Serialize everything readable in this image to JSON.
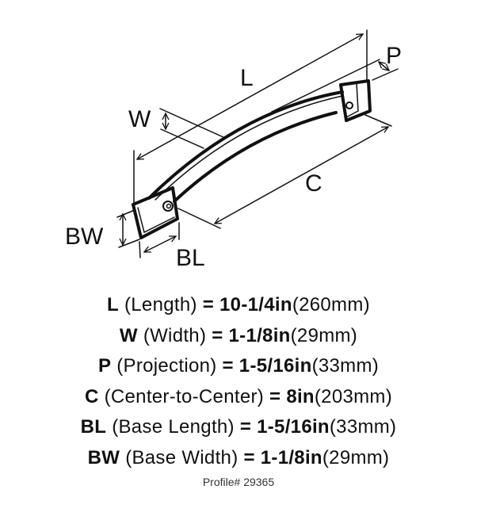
{
  "diagram": {
    "labels": {
      "L": "L",
      "W": "W",
      "P": "P",
      "C": "C",
      "BW": "BW",
      "BL": "BL"
    }
  },
  "specs": [
    {
      "key": "L",
      "desc": "(Length)",
      "imperial": "= 10-1/4in",
      "metric": "(260mm)"
    },
    {
      "key": "W",
      "desc": "(Width)",
      "imperial": "= 1-1/8in",
      "metric": "(29mm)"
    },
    {
      "key": "P",
      "desc": "(Projection)",
      "imperial": "= 1-5/16in",
      "metric": "(33mm)"
    },
    {
      "key": "C",
      "desc": "(Center-to-Center)",
      "imperial": "= 8in",
      "metric": "(203mm)"
    },
    {
      "key": "BL",
      "desc": "(Base Length)",
      "imperial": "= 1-5/16in",
      "metric": "(33mm)"
    },
    {
      "key": "BW",
      "desc": "(Base Width)",
      "imperial": "= 1-1/8in",
      "metric": "(29mm)"
    }
  ],
  "profile": "Profile# 29365"
}
